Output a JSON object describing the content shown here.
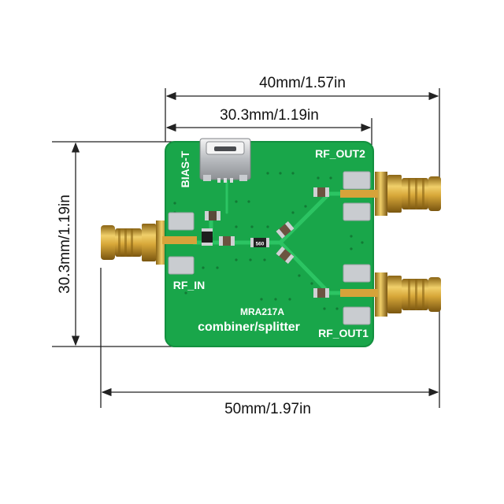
{
  "dimensions": {
    "top_full": "40mm/1.57in",
    "top_board": "30.3mm/1.19in",
    "left_height": "30.3mm/1.19in",
    "bottom_full": "50mm/1.97in"
  },
  "board": {
    "bias_label": "BIAS-T",
    "out2_label": "RF_OUT2",
    "in_label": "RF_IN",
    "out1_label": "RF_OUT1",
    "chip_label": "MRA217A",
    "function_label": "combiner/splitter",
    "resistor_code": "560"
  },
  "colors": {
    "pcb": "#19a64a",
    "pcb_dark": "#128a3c",
    "trace": "#1fb553",
    "pad": "#c9ccd0",
    "gold": "#d4a43a",
    "dimension_line": "#222222"
  },
  "icons": {
    "connector": "sma-connector-icon",
    "usb": "micro-usb-connector-icon"
  }
}
